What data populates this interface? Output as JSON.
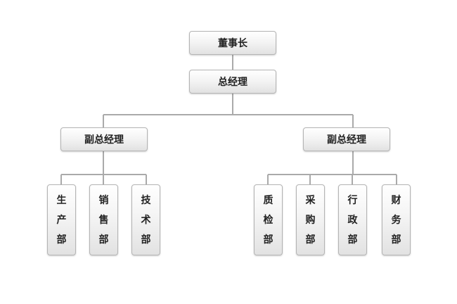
{
  "org_chart": {
    "chairman": {
      "label": "董事长"
    },
    "general_manager": {
      "label": "总经理"
    },
    "vice_managers": [
      {
        "label": "副总经理",
        "departments": [
          "生产部",
          "销售部",
          "技术部"
        ]
      },
      {
        "label": "副总经理",
        "departments": [
          "质检部",
          "采购部",
          "行政部",
          "财务部"
        ]
      }
    ]
  },
  "colors": {
    "line": "#aaaaaa",
    "border": "#b4b4b4",
    "text": "#222222"
  }
}
